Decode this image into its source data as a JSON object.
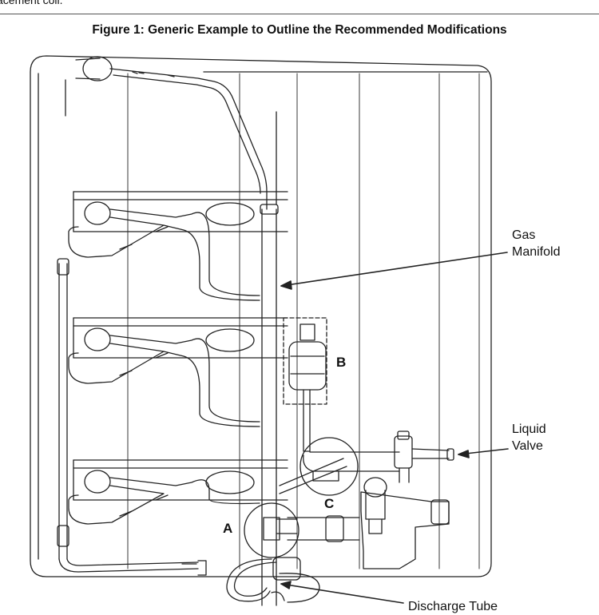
{
  "header": {
    "top_text": "acement coil."
  },
  "figure": {
    "title": "Figure 1: Generic Example to Outline the Recommended Modifications",
    "callouts": {
      "gas_manifold": [
        "Gas",
        "Manifold"
      ],
      "liquid_valve": [
        "Liquid",
        "Valve"
      ],
      "discharge_tube": "Discharge Tube"
    },
    "letters": {
      "a": "A",
      "b": "B",
      "c": "C"
    }
  }
}
